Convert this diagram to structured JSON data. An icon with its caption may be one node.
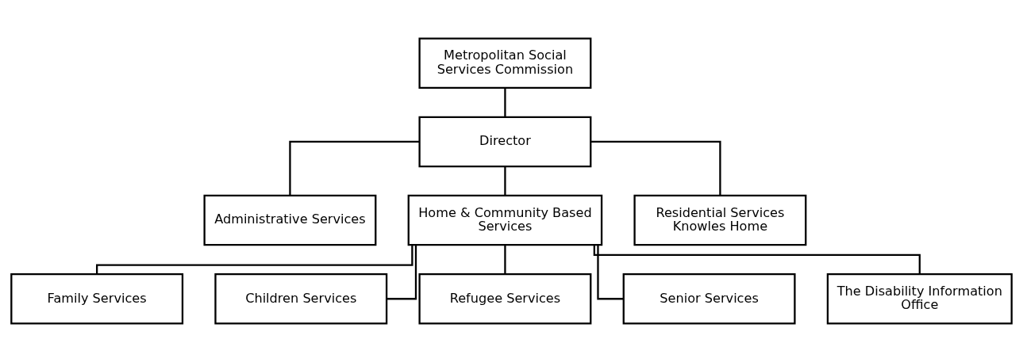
{
  "diagram": {
    "nodes": [
      {
        "text": [
          "Metropolitan Social Services Commission"
        ]
      },
      {
        "text": [
          "Director"
        ]
      },
      {
        "text": [
          "Administrative Services"
        ]
      },
      {
        "text": [
          "Home & Community Based Services"
        ]
      },
      {
        "text": [
          "Residential Services Knowles Home"
        ]
      },
      {
        "text": [
          "Family Services"
        ]
      },
      {
        "text": [
          "Children Services"
        ]
      },
      {
        "text": [
          "Refugee Services"
        ]
      },
      {
        "text": [
          "Senior Services"
        ]
      },
      {
        "text": [
          "The Disability Information Office"
        ]
      }
    ],
    "edges": [
      {
        "from": 0,
        "to": 1,
        "arrow": "none"
      },
      {
        "from": 1,
        "to": 2,
        "arrow": "none"
      },
      {
        "from": 1,
        "to": 3,
        "arrow": "none"
      },
      {
        "from": 1,
        "to": 4,
        "arrow": "none"
      },
      {
        "from": 3,
        "to": 5,
        "arrow": "none"
      },
      {
        "from": 3,
        "to": 6,
        "arrow": "none"
      },
      {
        "from": 3,
        "to": 7,
        "arrow": "none"
      },
      {
        "from": 3,
        "to": 8,
        "arrow": "none"
      },
      {
        "from": 3,
        "to": 9,
        "arrow": "none"
      }
    ]
  }
}
